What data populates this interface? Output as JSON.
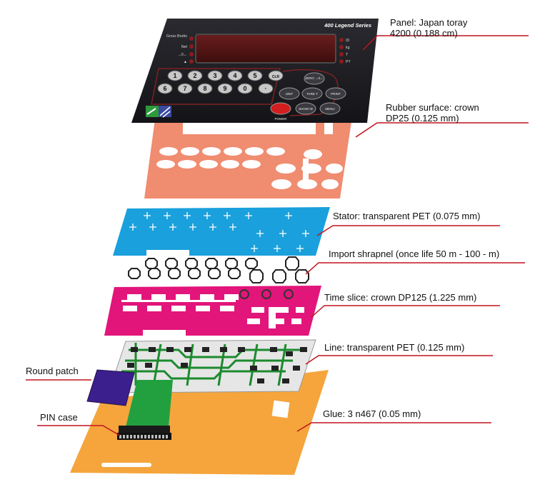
{
  "panel": {
    "brand": "400 Legend Series",
    "left_indicators": [
      "Gross Brutto",
      "Net",
      "→0←",
      "▲"
    ],
    "right_indicators": [
      "ID",
      "kg",
      "T",
      "PT"
    ],
    "number_keys": [
      "1",
      "2",
      "3",
      "4",
      "5",
      "CLR",
      "6",
      "7",
      "8",
      "9",
      "0",
      "·"
    ],
    "function_keys": [
      "ZERO →0←",
      "UNIT",
      "TARE T",
      "PRINT",
      "SHOW ID",
      "MENU",
      "POWER"
    ]
  },
  "labels": {
    "panel": "Panel: Japan toray\n4200 (0.188 cm)",
    "rubber": "Rubber surface: crown\nDP25 (0.125 mm)",
    "stator": "Stator: transparent PET (0.075 mm)",
    "shrapnel": "Import shrapnel (once life 50 m - 100 - m)",
    "time_slice": "Time slice: crown DP125 (1.225 mm)",
    "line": "Line: transparent PET (0.125 mm)",
    "round_patch": "Round patch",
    "pin_case": "PIN case",
    "glue": "Glue: 3 n467 (0.05 mm)"
  },
  "colors": {
    "panel": "#1e1e22",
    "rubber": "#f08c70",
    "stator": "#1aa0dc",
    "time_slice": "#e2157a",
    "line_layer": "#e8e8e8",
    "circuit": "#1c8a2e",
    "glue": "#f5a53c",
    "round_patch": "#3b1f8c",
    "leader": "#c0141e"
  }
}
